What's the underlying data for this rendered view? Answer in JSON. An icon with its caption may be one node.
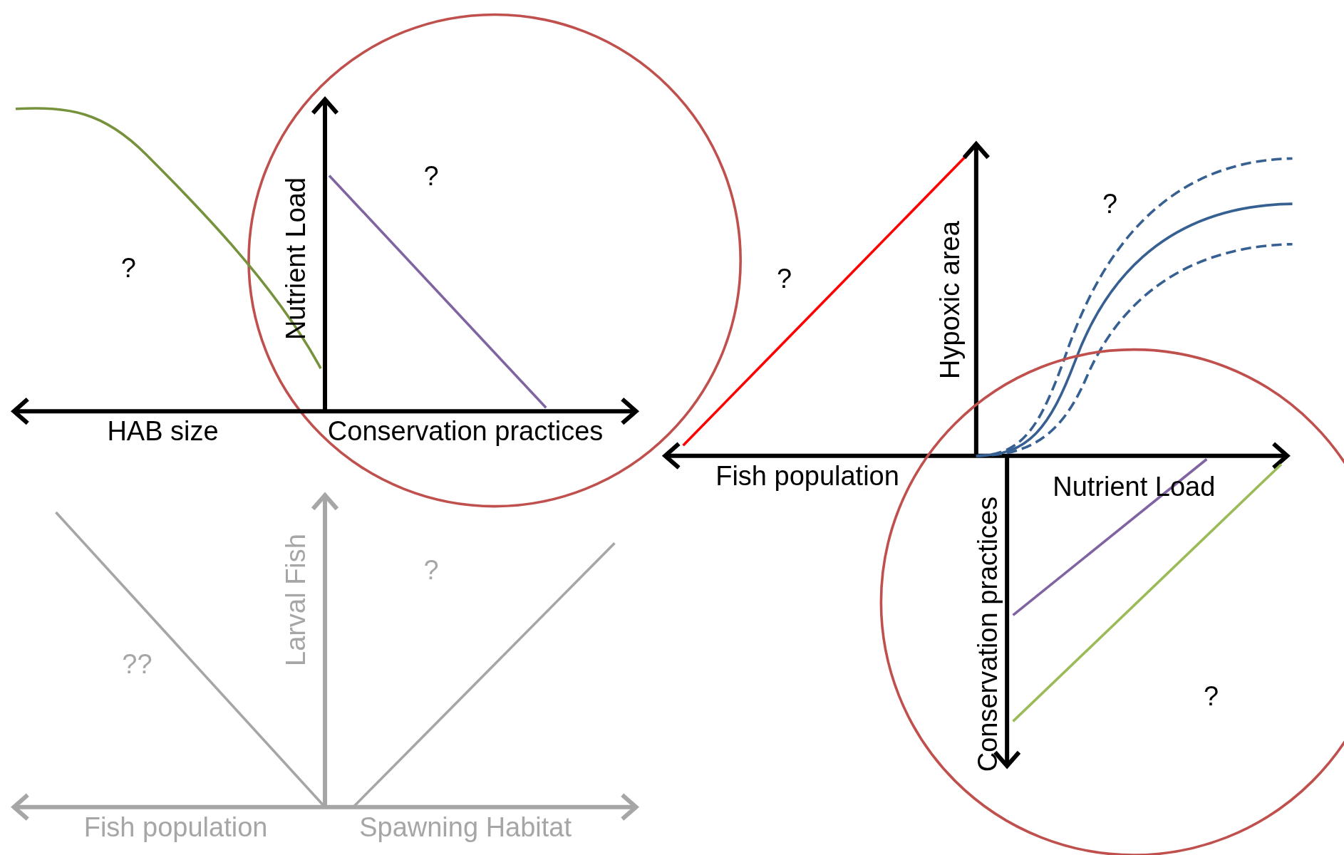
{
  "diagram": {
    "labels": [
      "?",
      "Nutrient Load",
      "?",
      "HAB size",
      "Conservation practices",
      "?",
      "Hypoxic area",
      "?",
      "Fish population",
      "Nutrient Load",
      "Conservation practices",
      "Larval Fish",
      "?",
      "??",
      "?",
      "Fish population",
      "Spawning Habitat"
    ]
  }
}
